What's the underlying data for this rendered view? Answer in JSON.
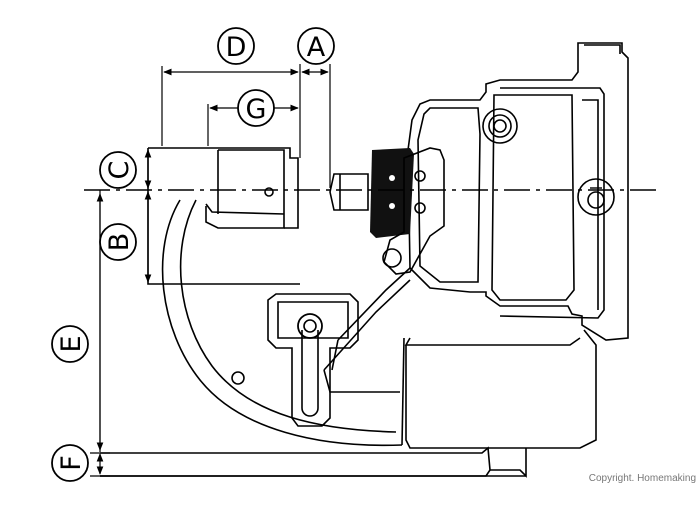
{
  "labels": {
    "A": "A",
    "B": "B",
    "C": "C",
    "D": "D",
    "E": "E",
    "F": "F",
    "G": "G"
  },
  "copyright": "Copyright. Homemaking",
  "colors": {
    "line": "#000000",
    "fill": "#111111",
    "background": "#ffffff"
  }
}
